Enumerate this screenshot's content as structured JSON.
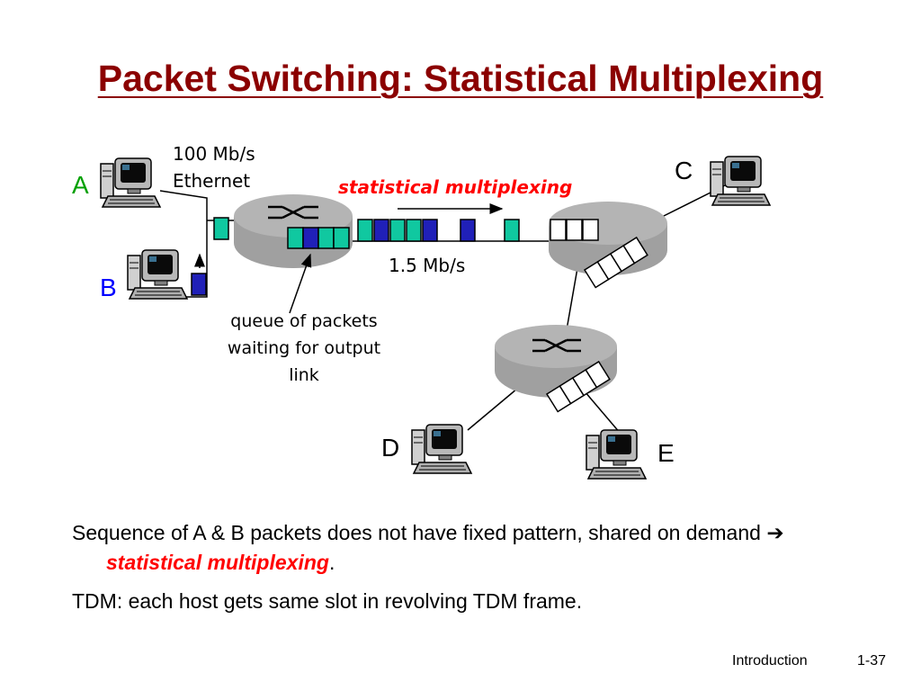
{
  "slide": {
    "title": "Packet Switching: Statistical Multiplexing",
    "footer": {
      "section": "Introduction",
      "page": "1-37"
    }
  },
  "diagram": {
    "hosts": {
      "a": "A",
      "b": "B",
      "c": "C",
      "d": "D",
      "e": "E"
    },
    "link_ethernet_line1": "100 Mb/s",
    "link_ethernet_line2": "Ethernet",
    "link_output_rate": "1.5 Mb/s",
    "multiplexing_label": "statistical multiplexing",
    "queue_label_line1": "queue of packets",
    "queue_label_line2": "waiting for output",
    "queue_label_line3": "link",
    "colors": {
      "packet_a": "#10c8a0",
      "packet_b": "#2020b8",
      "router": "#a0a0a0",
      "title": "#8b0000"
    }
  },
  "bullets": {
    "line1_text": "Sequence of A & B packets does not have fixed pattern, shared on demand",
    "arrow_glyph": "➔",
    "line1_emphasis": "statistical multiplexing",
    "line1_end": ".",
    "line2_text": "TDM: each host gets same slot in revolving TDM frame."
  }
}
